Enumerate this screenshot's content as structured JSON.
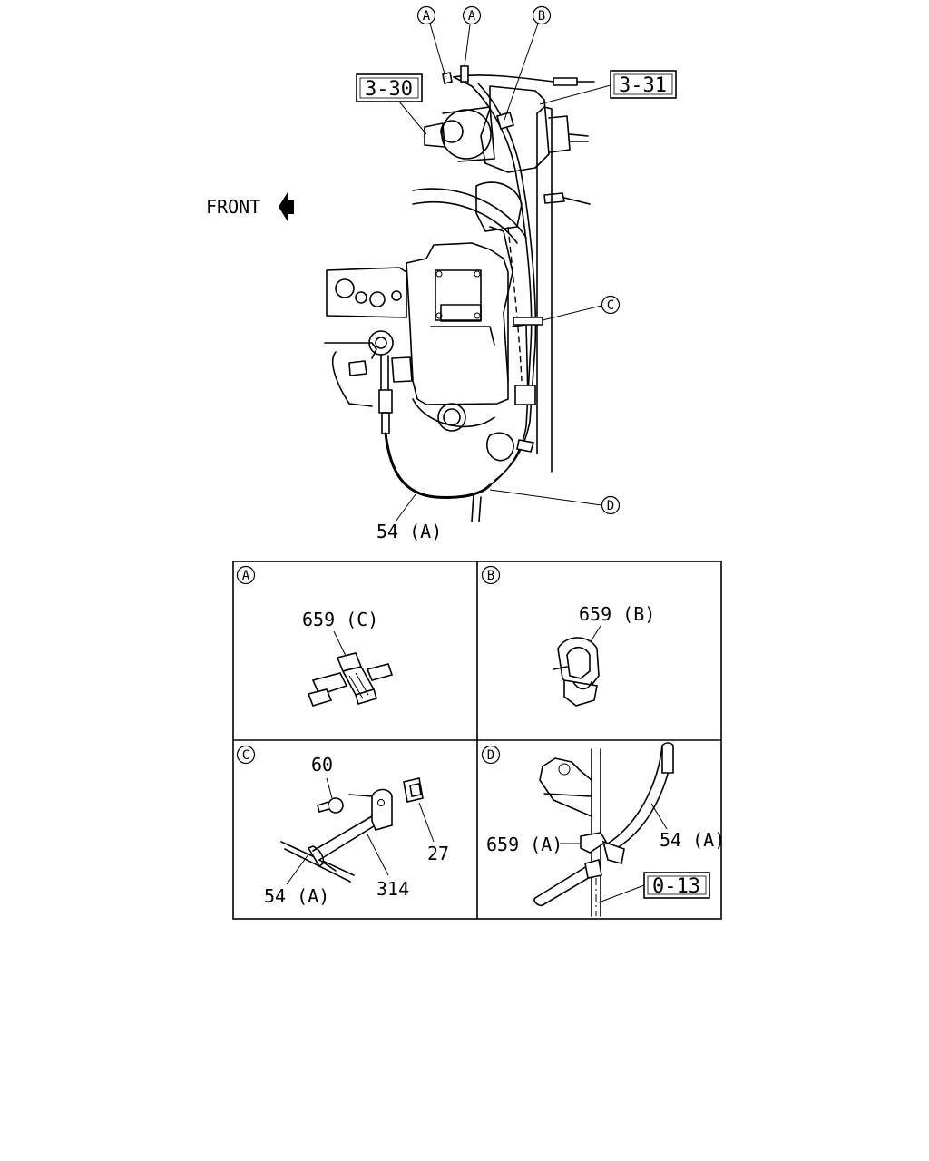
{
  "main": {
    "front_label": "FRONT",
    "callout_a1": "A",
    "callout_a2": "A",
    "callout_b": "B",
    "callout_c": "C",
    "callout_d": "D",
    "ref_left": "3-30",
    "ref_right": "3-31",
    "part_cable": "54 (A)"
  },
  "details": {
    "a": {
      "letter": "A",
      "part": "659 (C)"
    },
    "b": {
      "letter": "B",
      "part": "659 (B)"
    },
    "c": {
      "letter": "C",
      "part_bolt": "60",
      "part_clip": "27",
      "part_cable": "54 (A)",
      "part_bracket": "314"
    },
    "d": {
      "letter": "D",
      "part_clamp": "659 (A)",
      "part_cable": "54 (A)",
      "ref": "0-13"
    }
  },
  "colors": {
    "line": "#000000",
    "background": "#ffffff"
  }
}
